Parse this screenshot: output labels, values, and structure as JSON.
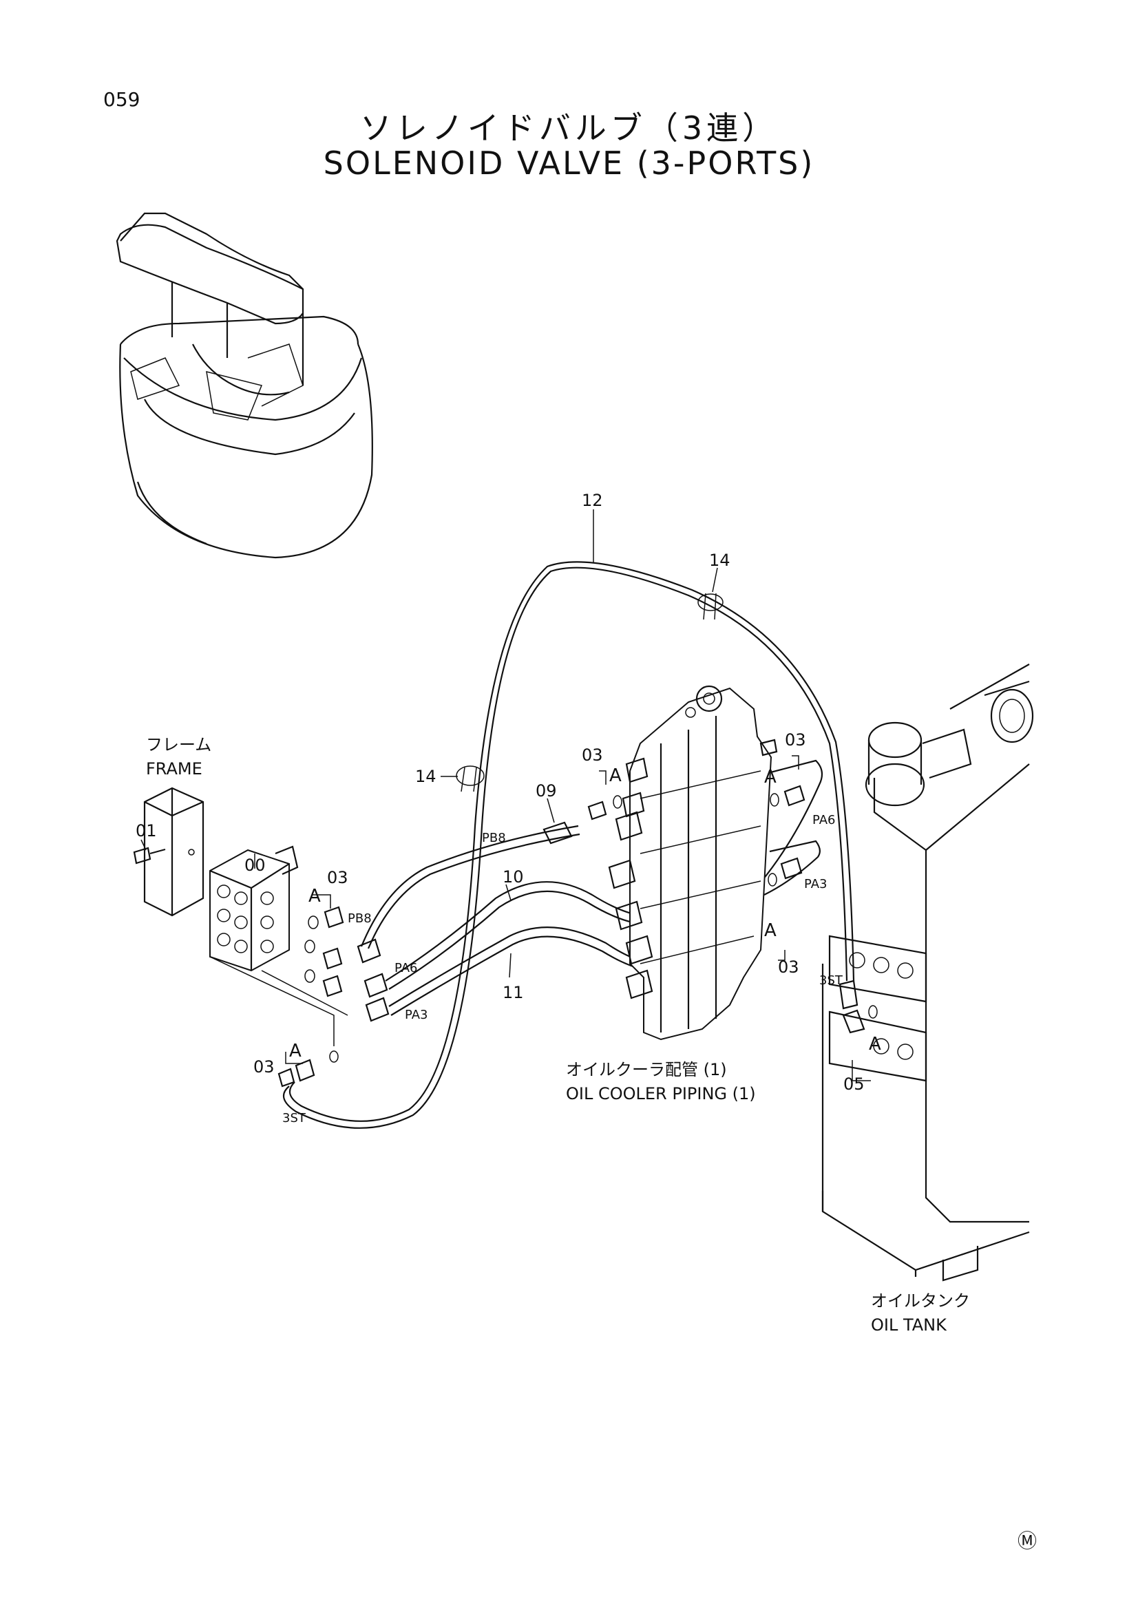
{
  "page_number": "059",
  "title_jp": "ソレノイドバルブ（3連）",
  "title_en": "SOLENOID VALVE (3-PORTS)",
  "labels": {
    "frame_jp": "フレーム",
    "frame_en": "FRAME",
    "oil_cooler_jp": "オイルクーラ配管 (1)",
    "oil_cooler_en": "OIL COOLER PIPING (1)",
    "oil_tank_jp": "オイルタンク",
    "oil_tank_en": "OIL TANK"
  },
  "part_numbers": {
    "p00": "00",
    "p01": "01",
    "p03a": "03",
    "p03b": "03",
    "p03c": "03",
    "p03d": "03",
    "p03e": "03",
    "p05": "05",
    "p09": "09",
    "p10": "10",
    "p11": "11",
    "p12": "12",
    "p14a": "14",
    "p14b": "14"
  },
  "port_labels": {
    "pb8a": "PB8",
    "pb8b": "PB8",
    "pa6a": "PA6",
    "pa6b": "PA6",
    "pa3a": "PA3",
    "pa3b": "PA3",
    "st3a": "3ST",
    "st3b": "3ST"
  },
  "detail_marks": {
    "a1": "A",
    "a2": "A",
    "a3": "A",
    "a4": "A",
    "a5": "A",
    "a6": "A"
  },
  "mark": "Ⓜ"
}
